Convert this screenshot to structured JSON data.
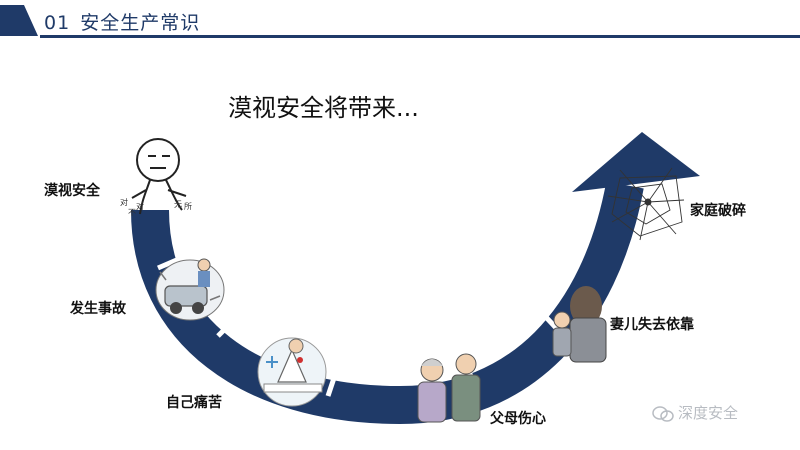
{
  "header": {
    "section_number": "01",
    "section_title": "安全生产常识"
  },
  "headline": "漠视安全将带来...",
  "steps": [
    {
      "label": "漠视安全"
    },
    {
      "label": "发生事故"
    },
    {
      "label": "自己痛苦"
    },
    {
      "label": "父母伤心"
    },
    {
      "label": "妻儿失去依靠"
    },
    {
      "label": "家庭破碎"
    }
  ],
  "sketch_annotations": [
    "对",
    "对",
    "无",
    "所",
    "不"
  ],
  "watermark": "深度安全",
  "colors": {
    "primary": "#1f3a68",
    "text": "#111111",
    "watermark": "#b8bcc2"
  }
}
